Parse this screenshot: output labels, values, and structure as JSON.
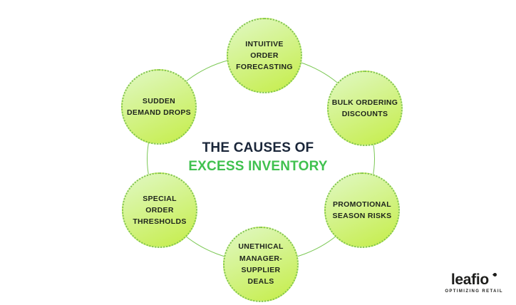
{
  "title": {
    "line1": "THE CAUSES OF",
    "line2": "EXCESS INVENTORY"
  },
  "causes": [
    {
      "id": "intuitive-order-forecasting",
      "label": "INTUITIVE\nORDER\nFORECASTING"
    },
    {
      "id": "bulk-ordering-discounts",
      "label": "BULK ORDERING\nDISCOUNTS"
    },
    {
      "id": "promotional-season-risks",
      "label": "PROMOTIONAL\nSEASON RISKS"
    },
    {
      "id": "unethical-manager-supplier-deals",
      "label": "UNETHICAL\nMANAGER-\nSUPPLIER\nDEALS"
    },
    {
      "id": "special-order-thresholds",
      "label": "SPECIAL\nORDER\nTHRESHOLDS"
    },
    {
      "id": "sudden-demand-drops",
      "label": "SUDDEN\nDEMAND DROPS"
    }
  ],
  "logo": {
    "name": "leafio",
    "tagline": "OPTIMIZING RETAIL"
  },
  "colors": {
    "background": "#ffffff",
    "title_dark": "#1a2639",
    "title_green": "#40c14f",
    "bubble_gradient_start": "#def7ba",
    "bubble_gradient_end": "#c7ee52",
    "bubble_dotted_border": "#7fc34f",
    "ring_stroke": "#7cc855",
    "bubble_text": "#1e241c",
    "logo_text": "#1d1d1b"
  }
}
